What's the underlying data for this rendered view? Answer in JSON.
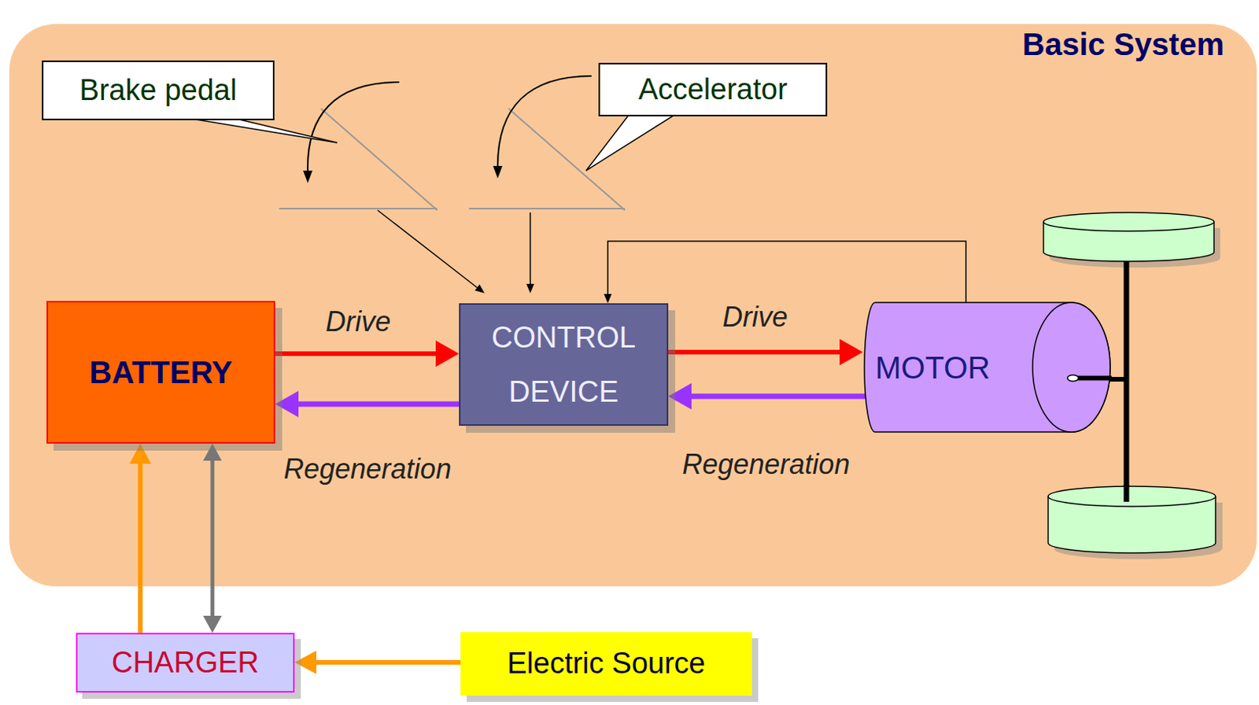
{
  "diagram": {
    "nodes": [
      {
        "text": [
          "Basic System"
        ]
      },
      {
        "text": [
          "Brake pedal"
        ],
        "in": 0
      },
      {
        "text": [
          "Accelerator"
        ],
        "in": 0
      },
      {
        "text": [
          "BATTERY"
        ],
        "in": 0
      },
      {
        "text": [
          "CONTROL DEVICE"
        ],
        "in": 0
      },
      {
        "text": [
          "MOTOR"
        ],
        "in": 0
      },
      {
        "text": [
          "CHARGER"
        ]
      },
      {
        "text": [
          "Electric Source"
        ]
      }
    ],
    "edges": [
      {
        "from": 3,
        "to": 4,
        "label": "Drive",
        "arrow": "to"
      },
      {
        "from": 4,
        "to": 3,
        "label": "Regeneration",
        "arrow": "to"
      },
      {
        "from": 4,
        "to": 5,
        "label": "Drive",
        "arrow": "to"
      },
      {
        "from": 5,
        "to": 4,
        "label": "Regeneration",
        "arrow": "to"
      },
      {
        "from": 5,
        "to": 4,
        "arrow": "to"
      },
      {
        "from": 7,
        "to": 6,
        "arrow": "to"
      },
      {
        "from": 6,
        "to": 3,
        "arrow": "to"
      },
      {
        "from": 6,
        "to": 3,
        "arrow": "both"
      }
    ]
  }
}
